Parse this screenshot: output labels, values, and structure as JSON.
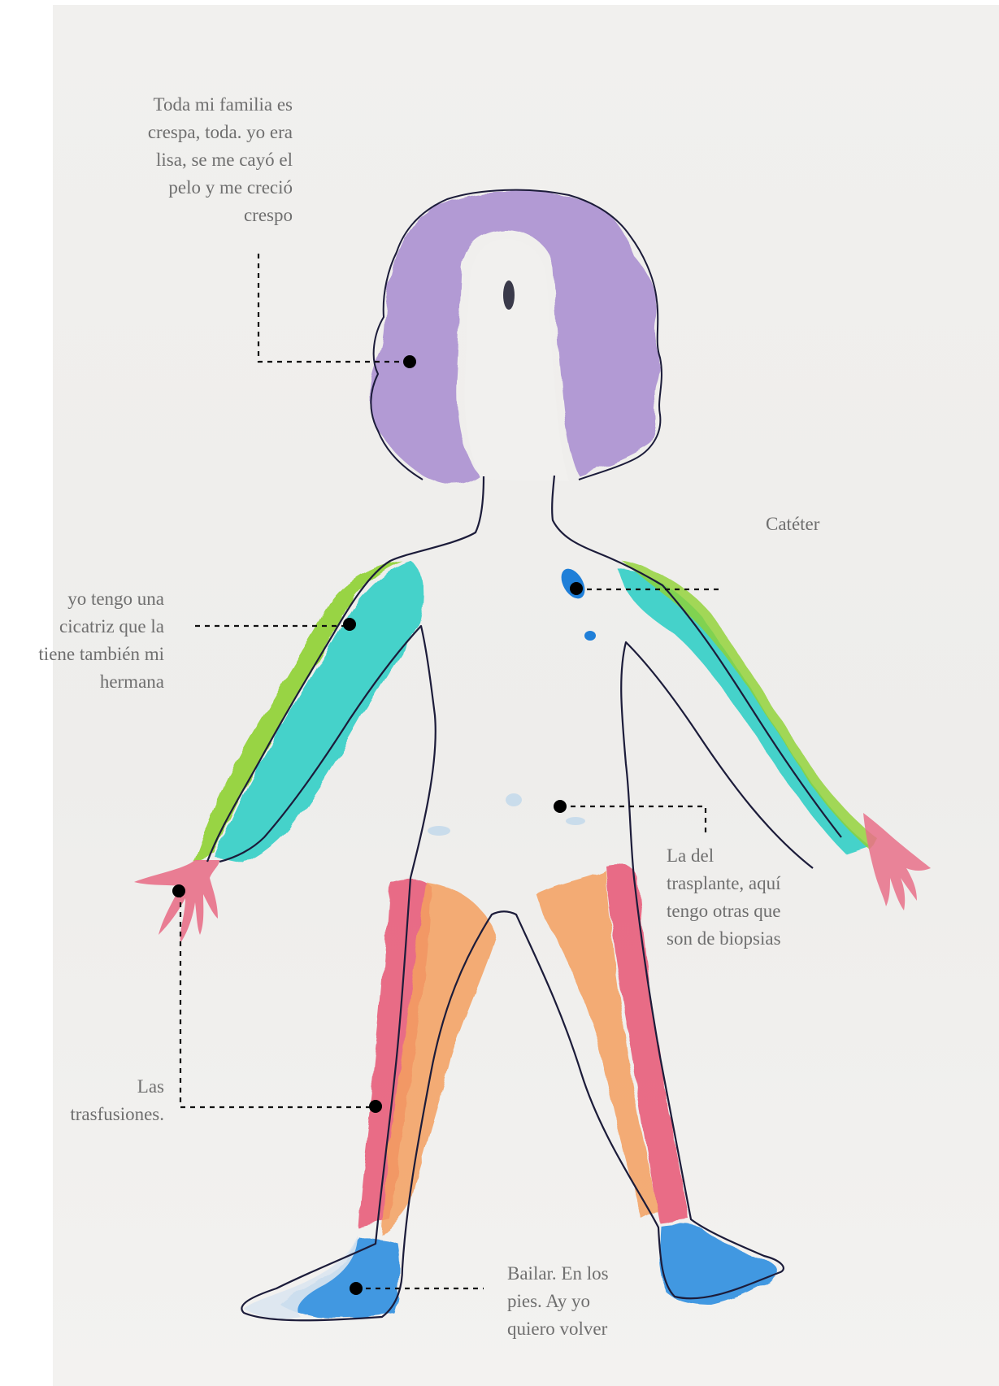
{
  "annotations": {
    "hair": "Toda mi familia es\ncrespa, toda. yo era\nlisa, se me cayó el\npelo y me creció\ncrespo",
    "catheter": "Catéter",
    "scar": "yo tengo una\ncicatriz que la\ntiene también mi\nhermana",
    "transplant": "La del\ntrasplante, aquí\ntengo otras que\nson de biopsias",
    "transfusions": "Las\ntrasfusiones.",
    "dance": "Bailar. En los\npies. Ay yo\nquiero volver"
  },
  "colors": {
    "hair": "#a88cd0",
    "arm_green": "#8fd233",
    "arm_teal": "#2fcfc6",
    "hand_pink": "#e8708a",
    "leg_red": "#e85a78",
    "leg_orange": "#f4a060",
    "foot_blue": "#2f8fe0",
    "catheter_blue": "#1f7fd8",
    "outline": "#1c1c3a",
    "marker": "#000000",
    "label_text": "#6f6f6f"
  }
}
